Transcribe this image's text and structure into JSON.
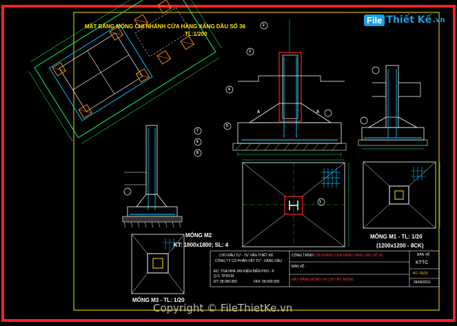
{
  "drawing": {
    "site_plan_title": "MẶT BẰNG MÓNG CHI NHÁNH CỬA HÀNG XĂNG DẦU SỐ 36",
    "site_plan_scale": "TL:1/200",
    "m2_title": "MÓNG M2",
    "m2_spec": "KT: 1800x1800; SL: 4",
    "m1_title": "MÓNG M1 - TL: 1/20",
    "m1_spec": "(1200x1200 - 8CK)",
    "m3_title": "MÓNG M3 - TL: 1/20",
    "section_labels": [
      "A",
      "A"
    ],
    "callouts": [
      "1",
      "2",
      "3",
      "4",
      "5",
      "6",
      "7",
      "8"
    ]
  },
  "title_block": {
    "company_line1": "CHỦ ĐẦU TƯ - TƯ VẤN THIẾT KẾ",
    "company_line2": "CÔNG TY CỔ PHẦN VẬT TƯ - XĂNG DẦU",
    "address_line1": "ĐC: TÒA NHÀ 349 ĐIỆN BIÊN PHỦ - P.",
    "address_line2": "Q.3, TP.HCM",
    "phone": "ĐT: 08.000.000",
    "fax": "FAX: 08.000.000",
    "project_label": "CÔNG TRÌNH :",
    "project_value": "CHI NHÁNH CỬA HÀNG XĂNG DẦU SỐ 36",
    "sheet_label": "BẢN VẼ :",
    "sheet_value": "MẶT BẰNG MÓNG VÀ CHI TIẾT MÓNG",
    "drawn_label": "BẢN VẼ",
    "drawn_value": "KTTC",
    "sheet_no": "KC: 01/11",
    "date": "28/05/2011"
  },
  "logo": {
    "badge": "File",
    "brand": "Thiết Kế",
    "suffix": ".vn"
  },
  "watermark": "Copyright © FileThietKe.vn",
  "colors": {
    "background": "#000000",
    "frame": "#ff2020",
    "linework": "#ffffff",
    "rebar": "#00bfff",
    "dims": "#00ff66",
    "hatch": "#ff8800",
    "titles": "#ffe600"
  }
}
